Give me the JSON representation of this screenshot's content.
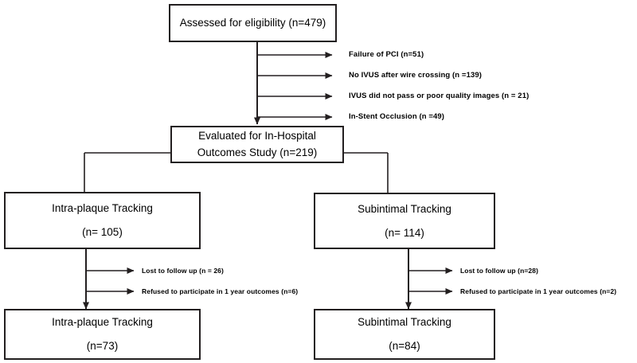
{
  "diagram": {
    "type": "participant-flow-chart",
    "stroke_color": "#231f20",
    "background_color": "#ffffff",
    "boxes": [
      {
        "id": "assessed",
        "line1": "Assessed for eligibility (n=479)",
        "line2": ""
      },
      {
        "id": "evaluated",
        "line1": "Evaluated for In-Hospital",
        "line2": "Outcomes Study (n=219)"
      },
      {
        "id": "intra-plaque-enrolled",
        "line1": "Intra-plaque Tracking",
        "line2": "(n= 105)"
      },
      {
        "id": "subintimal-enrolled",
        "line1": "Subintimal Tracking",
        "line2": "(n= 114)"
      },
      {
        "id": "intra-plaque-followed",
        "line1": "Intra-plaque Tracking",
        "line2": "(n=73)"
      },
      {
        "id": "subintimal-followed",
        "line1": "Subintimal Tracking",
        "line2": "(n=84)"
      }
    ],
    "exclusions": [
      "Failure of PCI (n=51)",
      "No IVUS after wire crossing (n =139)",
      "IVUS did not pass or poor quality images (n = 21)",
      "In-Stent Occlusion (n =49)"
    ],
    "left_followup_losses": [
      "Lost to follow up (n = 26)",
      "Refused to participate in 1 year outcomes (n=6)"
    ],
    "right_followup_losses": [
      "Lost to follow up (n=28)",
      "Refused to participate in 1 year outcomes (n=2)"
    ]
  }
}
